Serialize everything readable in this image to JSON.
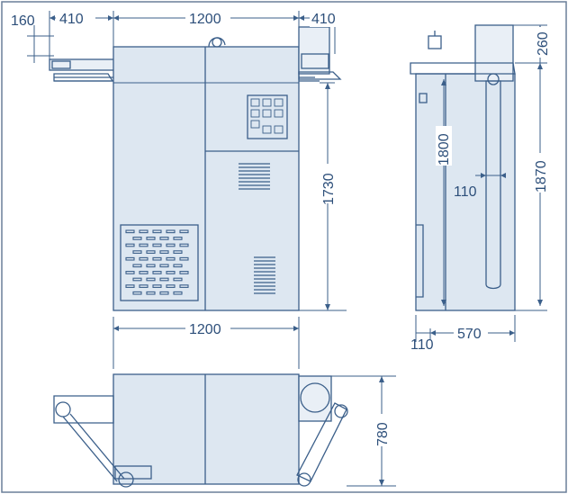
{
  "dimensions": {
    "top_left_small": "160",
    "top_left_arm": "410",
    "top_width": "1200",
    "top_right": "410",
    "height_front": "1730",
    "bottom_width": "1200",
    "side_height_1800": "1800",
    "side_height_1870": "1870",
    "side_top_260": "260",
    "side_inner_110": "110",
    "side_base_110": "110",
    "side_depth": "570",
    "plan_depth": "780"
  },
  "colors": {
    "line": "#3b5f8a",
    "panel_fill": "#dde7f1",
    "background": "#ffffff"
  }
}
